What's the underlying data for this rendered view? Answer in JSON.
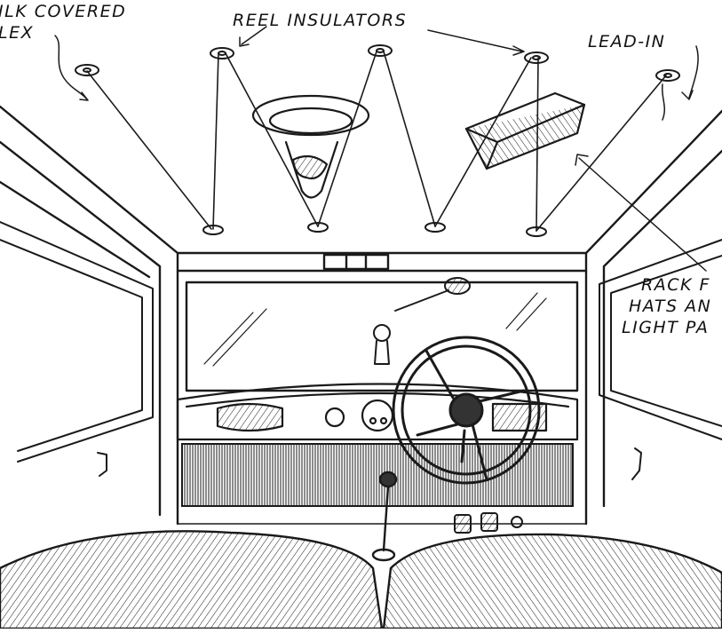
{
  "labels": {
    "silk_covered_1": "ILK COVERED",
    "silk_covered_2": "LEX",
    "reel_insulators": "REEL INSULATORS",
    "lead_in": "LEAD-IN",
    "rack_1": "RACK F",
    "rack_2": "HATS AN",
    "rack_3": "LIGHT PA"
  },
  "colors": {
    "ink": "#1a1a1a",
    "paper": "#ffffff"
  }
}
